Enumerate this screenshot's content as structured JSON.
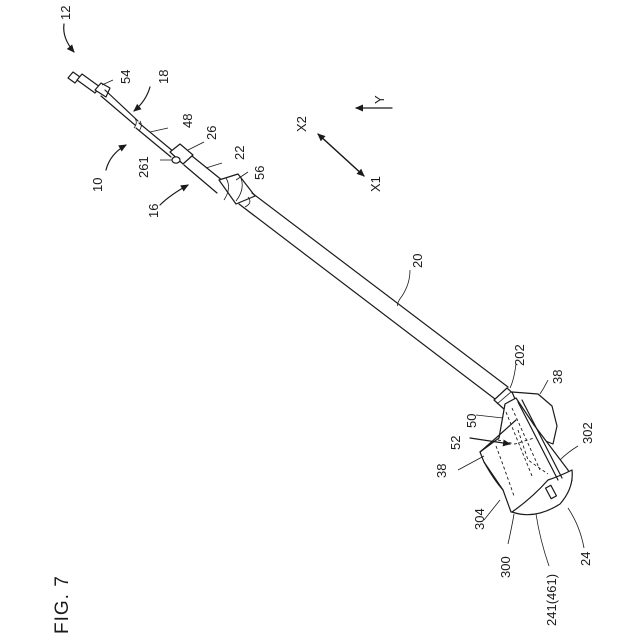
{
  "figure": {
    "title": "FIG. 7"
  },
  "labels": {
    "l12": "12",
    "l54": "54",
    "l18": "18",
    "l48": "48",
    "l26": "26",
    "l261": "261",
    "l22": "22",
    "l10": "10",
    "l56": "56",
    "l16": "16",
    "l20": "20",
    "l202": "202",
    "l38a": "38",
    "l50": "50",
    "l52": "52",
    "l38b": "38",
    "l302": "302",
    "l304": "304",
    "l300": "300",
    "l241": "241(461)",
    "l24": "24"
  },
  "axes": {
    "x1": "X1",
    "x2": "X2",
    "y": "Y"
  }
}
